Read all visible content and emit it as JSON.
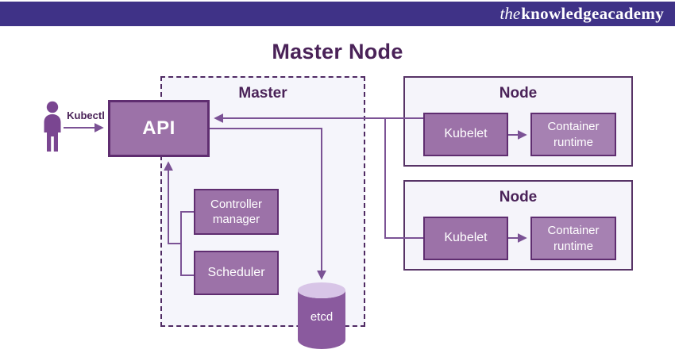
{
  "header": {
    "logo_the": "the",
    "logo_rest": "knowledgeacademy"
  },
  "title": "Master Node",
  "master": {
    "label": "Master",
    "api": "API",
    "kubectl": "Kubectl",
    "controller_manager": "Controller manager",
    "scheduler": "Scheduler",
    "etcd": "etcd"
  },
  "nodes": [
    {
      "label": "Node",
      "kubelet": "Kubelet",
      "runtime": "Container runtime"
    },
    {
      "label": "Node",
      "kubelet": "Kubelet",
      "runtime": "Container runtime"
    }
  ],
  "colors": {
    "header_bg": "#3f3287",
    "heading_text": "#4a2258",
    "box_fill": "#9c72a8",
    "box_fill_light": "#a681b2",
    "box_border": "#5f2d70",
    "panel_bg": "#f5f5fb",
    "panel_border": "#573366",
    "dashed_border": "#4f2a63",
    "connector_line": "#7b5295",
    "cylinder_body": "#8a5a9e",
    "cylinder_top": "#d8c5e7",
    "person_icon": "#7a4691",
    "box_text": "#ffffff"
  }
}
